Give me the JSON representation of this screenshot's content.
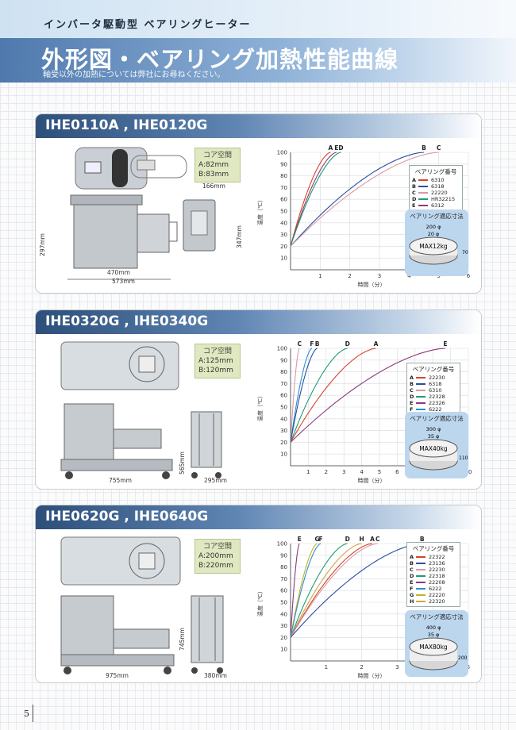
{
  "header": {
    "kicker": "インバータ駆動型 ベアリングヒーター",
    "title": "外形図・ベアリング加熱性能曲線",
    "subtitle": "軸受以外の加熱については弊社にお尋ねください。"
  },
  "page_number": "5",
  "colors": {
    "A": "#d7432a",
    "B": "#2a4f9e",
    "C": "#d99aa8",
    "D": "#1f9c72",
    "E": "#8b3a7a",
    "F": "#2b8fd0",
    "G": "#c6b21e",
    "H": "#d5a341"
  },
  "sections": [
    {
      "title": "IHE0110A , IHE0120G",
      "core": {
        "title": "コア空間",
        "a": "A:82mm",
        "b": "B:83mm"
      },
      "dims": {
        "d1": "166mm",
        "d2": "297mm",
        "d3": "347mm",
        "d4": "470mm",
        "d5": "573mm"
      },
      "legend_title": "ベアリング番号",
      "legend": [
        [
          "A",
          "6310"
        ],
        [
          "B",
          "6318"
        ],
        [
          "C",
          "22220"
        ],
        [
          "D",
          "HR32215"
        ],
        [
          "E",
          "6312"
        ]
      ],
      "ring": {
        "title": "ベアリング適応寸法",
        "od": "200 φ",
        "id": "20 φ",
        "weight": "MAX12kg",
        "h": "70"
      }
    },
    {
      "title": "IHE0320G , IHE0340G",
      "core": {
        "title": "コア空間",
        "a": "A:125mm",
        "b": "B:120mm"
      },
      "dims": {
        "d1": "565mm",
        "d2": "755mm",
        "d3": "295mm"
      },
      "legend_title": "ベアリング番号",
      "legend": [
        [
          "A",
          "22230"
        ],
        [
          "B",
          "6318"
        ],
        [
          "C",
          "6310"
        ],
        [
          "D",
          "22328"
        ],
        [
          "E",
          "22326"
        ],
        [
          "F",
          "6222"
        ]
      ],
      "ring": {
        "title": "ベアリング適応寸法",
        "od": "300 φ",
        "id": "35 φ",
        "weight": "MAX40kg",
        "h": "110"
      }
    },
    {
      "title": "IHE0620G , IHE0640G",
      "core": {
        "title": "コア空間",
        "a": "A:200mm",
        "b": "B:220mm"
      },
      "dims": {
        "d1": "745mm",
        "d2": "975mm",
        "d3": "380mm"
      },
      "legend_title": "ベアリング番号",
      "legend": [
        [
          "A",
          "22322"
        ],
        [
          "B",
          "23136"
        ],
        [
          "C",
          "22230"
        ],
        [
          "D",
          "22318"
        ],
        [
          "E",
          "22208"
        ],
        [
          "F",
          "6222"
        ],
        [
          "G",
          "22220"
        ],
        [
          "H",
          "22320"
        ]
      ],
      "ring": {
        "title": "ベアリング適応寸法",
        "od": "400 φ",
        "id": "35 φ",
        "weight": "MAX80kg",
        "h": "200"
      }
    }
  ],
  "chart_data": [
    {
      "type": "line",
      "xlabel": "時間（分）",
      "ylabel": "温度（℃）",
      "xlim": [
        0,
        6
      ],
      "ylim": [
        0,
        100
      ],
      "xticks": [
        1,
        2,
        3,
        4,
        5,
        6
      ],
      "yticks": [
        10,
        20,
        30,
        40,
        50,
        60,
        70,
        80,
        90,
        100
      ],
      "series": [
        {
          "name": "A",
          "end_x": 1.35,
          "end_y": 100
        },
        {
          "name": "E",
          "end_x": 1.55,
          "end_y": 100
        },
        {
          "name": "D",
          "end_x": 1.7,
          "end_y": 100
        },
        {
          "name": "B",
          "end_x": 4.5,
          "end_y": 100
        },
        {
          "name": "C",
          "end_x": 5.0,
          "end_y": 100
        }
      ]
    },
    {
      "type": "line",
      "xlabel": "時間（分）",
      "ylabel": "温度（℃）",
      "xlim": [
        0,
        10
      ],
      "ylim": [
        0,
        100
      ],
      "xticks": [
        1,
        2,
        3,
        4,
        5,
        6,
        7,
        8,
        9,
        10
      ],
      "yticks": [
        10,
        20,
        30,
        40,
        50,
        60,
        70,
        80,
        90,
        100
      ],
      "series": [
        {
          "name": "C",
          "end_x": 0.5,
          "end_y": 100
        },
        {
          "name": "F",
          "end_x": 1.2,
          "end_y": 100
        },
        {
          "name": "B",
          "end_x": 1.5,
          "end_y": 100
        },
        {
          "name": "D",
          "end_x": 3.2,
          "end_y": 100
        },
        {
          "name": "A",
          "end_x": 4.8,
          "end_y": 100
        },
        {
          "name": "E",
          "end_x": 8.7,
          "end_y": 100
        }
      ]
    },
    {
      "type": "line",
      "xlabel": "時間（分）",
      "ylabel": "温度（℃）",
      "xlim": [
        0,
        5
      ],
      "ylim": [
        0,
        100
      ],
      "xticks": [
        1,
        2,
        3,
        4,
        5
      ],
      "yticks": [
        10,
        20,
        30,
        40,
        50,
        60,
        70,
        80,
        90,
        100
      ],
      "series": [
        {
          "name": "E",
          "end_x": 0.25,
          "end_y": 100
        },
        {
          "name": "G",
          "end_x": 0.75,
          "end_y": 100
        },
        {
          "name": "F",
          "end_x": 0.85,
          "end_y": 100
        },
        {
          "name": "D",
          "end_x": 1.6,
          "end_y": 100
        },
        {
          "name": "H",
          "end_x": 2.0,
          "end_y": 100
        },
        {
          "name": "A",
          "end_x": 2.3,
          "end_y": 100
        },
        {
          "name": "C",
          "end_x": 2.45,
          "end_y": 100
        },
        {
          "name": "B",
          "end_x": 3.7,
          "end_y": 100
        }
      ]
    }
  ]
}
